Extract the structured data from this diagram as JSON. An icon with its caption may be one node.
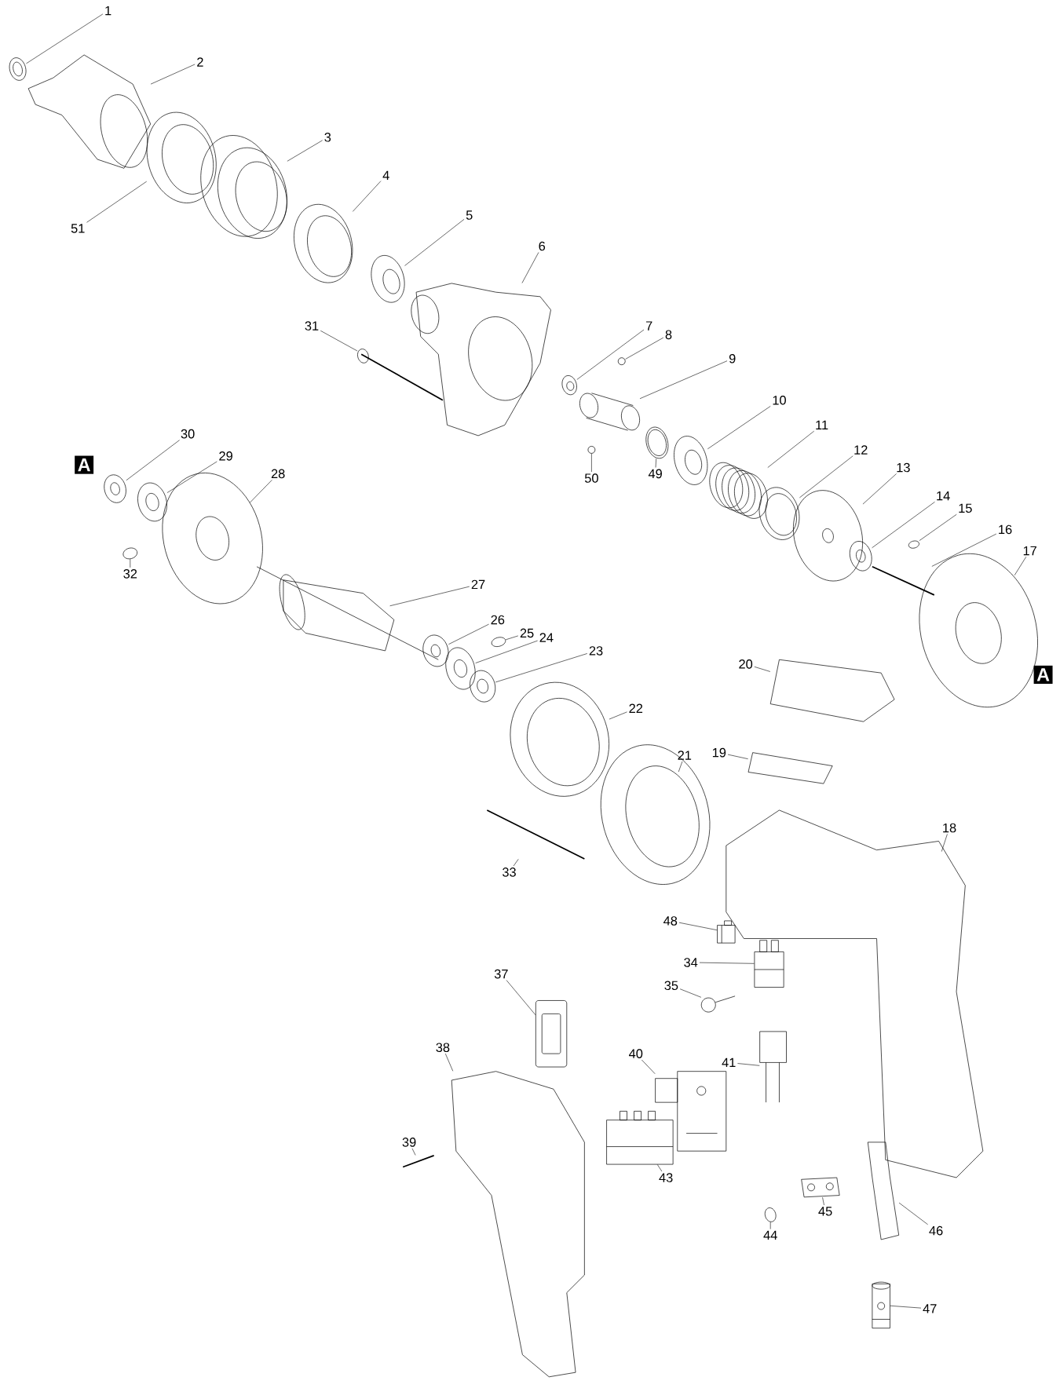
{
  "diagram": {
    "nodes": [
      {
        "text": [
          "1"
        ]
      },
      {
        "text": [
          "2"
        ]
      },
      {
        "text": [
          "3"
        ]
      },
      {
        "text": [
          "4"
        ]
      },
      {
        "text": [
          "5"
        ]
      },
      {
        "text": [
          "6"
        ]
      },
      {
        "text": [
          "7"
        ]
      },
      {
        "text": [
          "8"
        ]
      },
      {
        "text": [
          "9"
        ]
      },
      {
        "text": [
          "10"
        ]
      },
      {
        "text": [
          "11"
        ]
      },
      {
        "text": [
          "12"
        ]
      },
      {
        "text": [
          "13"
        ]
      },
      {
        "text": [
          "14"
        ]
      },
      {
        "text": [
          "15"
        ]
      },
      {
        "text": [
          "16"
        ]
      },
      {
        "text": [
          "17"
        ]
      },
      {
        "text": [
          "18"
        ]
      },
      {
        "text": [
          "19"
        ]
      },
      {
        "text": [
          "20"
        ]
      },
      {
        "text": [
          "21"
        ]
      },
      {
        "text": [
          "22"
        ]
      },
      {
        "text": [
          "23"
        ]
      },
      {
        "text": [
          "24"
        ]
      },
      {
        "text": [
          "25"
        ]
      },
      {
        "text": [
          "26"
        ]
      },
      {
        "text": [
          "27"
        ]
      },
      {
        "text": [
          "28"
        ]
      },
      {
        "text": [
          "29"
        ]
      },
      {
        "text": [
          "30"
        ]
      },
      {
        "text": [
          "31"
        ]
      },
      {
        "text": [
          "32"
        ]
      },
      {
        "text": [
          "33"
        ]
      },
      {
        "text": [
          "34"
        ]
      },
      {
        "text": [
          "35"
        ]
      },
      {
        "text": [
          "37"
        ]
      },
      {
        "text": [
          "38"
        ]
      },
      {
        "text": [
          "39"
        ]
      },
      {
        "text": [
          "40"
        ]
      },
      {
        "text": [
          "41"
        ]
      },
      {
        "text": [
          "43"
        ]
      },
      {
        "text": [
          "44"
        ]
      },
      {
        "text": [
          "45"
        ]
      },
      {
        "text": [
          "46"
        ]
      },
      {
        "text": [
          "47"
        ]
      },
      {
        "text": [
          "48"
        ]
      },
      {
        "text": [
          "49"
        ]
      },
      {
        "text": [
          "50"
        ]
      },
      {
        "text": [
          "51"
        ]
      },
      {
        "text": [],
        "shape": "picture"
      },
      {
        "text": [],
        "shape": "picture"
      },
      {
        "text": [],
        "shape": "picture"
      },
      {
        "text": [],
        "shape": "picture"
      },
      {
        "text": [],
        "shape": "picture"
      },
      {
        "text": [],
        "shape": "picture"
      },
      {
        "text": [],
        "shape": "picture"
      },
      {
        "text": [],
        "shape": "picture"
      },
      {
        "text": [],
        "shape": "picture"
      },
      {
        "text": [],
        "shape": "picture"
      },
      {
        "text": [],
        "shape": "picture"
      },
      {
        "text": [],
        "shape": "picture"
      },
      {
        "text": [],
        "shape": "picture"
      },
      {
        "text": [],
        "shape": "picture"
      },
      {
        "text": [],
        "shape": "picture"
      },
      {
        "text": [],
        "shape": "picture"
      },
      {
        "text": [],
        "shape": "picture"
      },
      {
        "text": [],
        "shape": "picture"
      },
      {
        "text": [],
        "shape": "picture"
      },
      {
        "text": [],
        "shape": "picture"
      },
      {
        "text": [],
        "shape": "picture"
      },
      {
        "text": [],
        "shape": "picture"
      },
      {
        "text": [],
        "shape": "picture"
      },
      {
        "text": [],
        "shape": "picture"
      },
      {
        "text": [],
        "shape": "picture"
      },
      {
        "text": [],
        "shape": "picture"
      },
      {
        "text": [],
        "shape": "picture"
      },
      {
        "text": [],
        "shape": "picture"
      },
      {
        "text": [],
        "shape": "picture"
      },
      {
        "text": [],
        "shape": "picture"
      },
      {
        "text": [],
        "shape": "picture"
      },
      {
        "text": [],
        "shape": "picture"
      },
      {
        "text": [],
        "shape": "picture"
      },
      {
        "text": [],
        "shape": "picture"
      },
      {
        "text": [],
        "shape": "picture"
      },
      {
        "text": [],
        "shape": "picture"
      },
      {
        "text": [],
        "shape": "picture"
      },
      {
        "text": [],
        "shape": "picture"
      },
      {
        "text": [],
        "shape": "picture"
      },
      {
        "text": [],
        "shape": "picture"
      },
      {
        "text": [],
        "shape": "picture"
      },
      {
        "text": [],
        "shape": "picture"
      },
      {
        "text": [],
        "shape": "picture"
      },
      {
        "text": [],
        "shape": "picture"
      },
      {
        "text": [],
        "shape": "picture"
      },
      {
        "text": [],
        "shape": "picture"
      },
      {
        "text": [],
        "shape": "picture"
      },
      {
        "text": [],
        "shape": "picture"
      },
      {
        "text": [],
        "shape": "picture"
      }
    ],
    "edges": [
      {
        "from": 0,
        "to": 49,
        "arrow": "none"
      },
      {
        "from": 1,
        "to": 50,
        "arrow": "none"
      },
      {
        "from": 2,
        "to": 51,
        "arrow": "none"
      },
      {
        "from": 3,
        "to": 52,
        "arrow": "none"
      },
      {
        "from": 4,
        "to": 53,
        "arrow": "none"
      },
      {
        "from": 5,
        "to": 54,
        "arrow": "none"
      },
      {
        "from": 6,
        "to": 55,
        "arrow": "none"
      },
      {
        "from": 7,
        "to": 56,
        "arrow": "none"
      },
      {
        "from": 8,
        "to": 57,
        "arrow": "none"
      },
      {
        "from": 9,
        "to": 58,
        "arrow": "none"
      },
      {
        "from": 10,
        "to": 59,
        "arrow": "none"
      },
      {
        "from": 11,
        "to": 60,
        "arrow": "none"
      },
      {
        "from": 12,
        "to": 61,
        "arrow": "none"
      },
      {
        "from": 13,
        "to": 62,
        "arrow": "none"
      },
      {
        "from": 14,
        "to": 63,
        "arrow": "none"
      },
      {
        "from": 15,
        "to": 64,
        "arrow": "none"
      },
      {
        "from": 16,
        "to": 65,
        "arrow": "none"
      },
      {
        "from": 17,
        "to": 66,
        "arrow": "none"
      },
      {
        "from": 18,
        "to": 67,
        "arrow": "none"
      },
      {
        "from": 19,
        "to": 68,
        "arrow": "none"
      },
      {
        "from": 20,
        "to": 69,
        "arrow": "none"
      },
      {
        "from": 21,
        "to": 70,
        "arrow": "none"
      },
      {
        "from": 22,
        "to": 71,
        "arrow": "none"
      },
      {
        "from": 23,
        "to": 72,
        "arrow": "none"
      },
      {
        "from": 24,
        "to": 73,
        "arrow": "none"
      },
      {
        "from": 25,
        "to": 74,
        "arrow": "none"
      },
      {
        "from": 26,
        "to": 75,
        "arrow": "none"
      },
      {
        "from": 27,
        "to": 76,
        "arrow": "none"
      },
      {
        "from": 28,
        "to": 77,
        "arrow": "none"
      },
      {
        "from": 29,
        "to": 78,
        "arrow": "none"
      },
      {
        "from": 30,
        "to": 79,
        "arrow": "none"
      },
      {
        "from": 31,
        "to": 80,
        "arrow": "none"
      },
      {
        "from": 32,
        "to": 81,
        "arrow": "none"
      },
      {
        "from": 33,
        "to": 82,
        "arrow": "none"
      },
      {
        "from": 34,
        "to": 83,
        "arrow": "none"
      },
      {
        "from": 35,
        "to": 84,
        "arrow": "none"
      },
      {
        "from": 36,
        "to": 85,
        "arrow": "none"
      },
      {
        "from": 37,
        "to": 86,
        "arrow": "none"
      },
      {
        "from": 38,
        "to": 87,
        "arrow": "none"
      },
      {
        "from": 39,
        "to": 88,
        "arrow": "none"
      },
      {
        "from": 40,
        "to": 89,
        "arrow": "none"
      },
      {
        "from": 41,
        "to": 90,
        "arrow": "none"
      },
      {
        "from": 42,
        "to": 91,
        "arrow": "none"
      },
      {
        "from": 43,
        "to": 92,
        "arrow": "none"
      },
      {
        "from": 44,
        "to": 93,
        "arrow": "none"
      },
      {
        "from": 45,
        "to": 94,
        "arrow": "none"
      },
      {
        "from": 46,
        "to": 95,
        "arrow": "none"
      },
      {
        "from": 47,
        "to": 96,
        "arrow": "none"
      },
      {
        "from": 48,
        "to": 97,
        "arrow": "none"
      }
    ],
    "labels": [
      "A",
      "A"
    ]
  }
}
